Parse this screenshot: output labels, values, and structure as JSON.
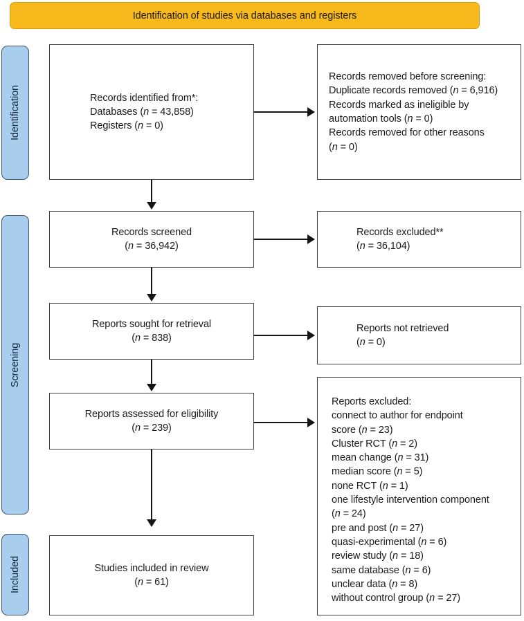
{
  "banner": {
    "label": "Identification of studies via databases and registers",
    "color": "#f8b91c"
  },
  "phases": {
    "identification": "Identification",
    "screening": "Screening",
    "included": "Included",
    "color": "#a9cdec"
  },
  "boxes": {
    "identified": {
      "name": "Records identified from*:",
      "lines": [
        "Records identified from*:",
        "Databases (n = 43,858)",
        "Registers (n = 0)"
      ]
    },
    "removed": {
      "name": "Records removed before screening:",
      "lines": [
        "Records removed before screening:",
        "Duplicate records removed (n = 6,916)",
        "Records marked as ineligible by",
        "automation tools (n = 0)",
        "Records removed for other reasons",
        "(n = 0)"
      ]
    },
    "screened": {
      "name": "Records screened",
      "lines": [
        "Records screened",
        "(n = 36,942)"
      ]
    },
    "excluded": {
      "name": "Records excluded**",
      "lines": [
        "Records excluded**",
        "(n = 36,104)"
      ]
    },
    "sought": {
      "name": "Reports sought for retrieval",
      "lines": [
        "Reports sought for retrieval",
        "(n = 838)"
      ]
    },
    "notretrieved": {
      "name": "Reports not retrieved",
      "lines": [
        "Reports not retrieved",
        "(n = 0)"
      ]
    },
    "assessed": {
      "name": "Reports assessed for eligibility",
      "lines": [
        "Reports assessed for eligibility",
        "(n = 239)"
      ]
    },
    "reportsexcluded": {
      "name": "Reports excluded:",
      "lines": [
        "Reports excluded:",
        "connect to author for endpoint",
        "score (n = 23)",
        "Cluster RCT (n = 2)",
        "mean change (n = 31)",
        "median score (n = 5)",
        "none RCT (n = 1)",
        "one lifestyle intervention component",
        "(n = 24)",
        "pre and post (n = 27)",
        "quasi-experimental (n = 6)",
        "review study (n = 18)",
        "same database (n = 6)",
        "unclear data (n = 8)",
        "without control group (n = 27)"
      ]
    },
    "included": {
      "name": "Studies included in review",
      "lines": [
        "Studies included in review",
        "(n = 61)"
      ]
    }
  },
  "counts": {
    "databases": 43858,
    "registers": 0,
    "duplicates_removed": 6916,
    "ineligible_automation": 0,
    "removed_other_reasons": 0,
    "records_screened": 36942,
    "records_excluded": 36104,
    "reports_sought": 838,
    "reports_not_retrieved": 0,
    "reports_assessed": 239,
    "studies_included": 61,
    "exclusion_reasons": [
      {
        "reason": "connect to author for endpoint score",
        "n": 23
      },
      {
        "reason": "Cluster RCT",
        "n": 2
      },
      {
        "reason": "mean change",
        "n": 31
      },
      {
        "reason": "median score",
        "n": 5
      },
      {
        "reason": "none RCT",
        "n": 1
      },
      {
        "reason": "one lifestyle intervention component",
        "n": 24
      },
      {
        "reason": "pre and post",
        "n": 27
      },
      {
        "reason": "quasi-experimental",
        "n": 6
      },
      {
        "reason": "review study",
        "n": 18
      },
      {
        "reason": "same database",
        "n": 6
      },
      {
        "reason": "unclear data",
        "n": 8
      },
      {
        "reason": "without control group",
        "n": 27
      }
    ]
  }
}
